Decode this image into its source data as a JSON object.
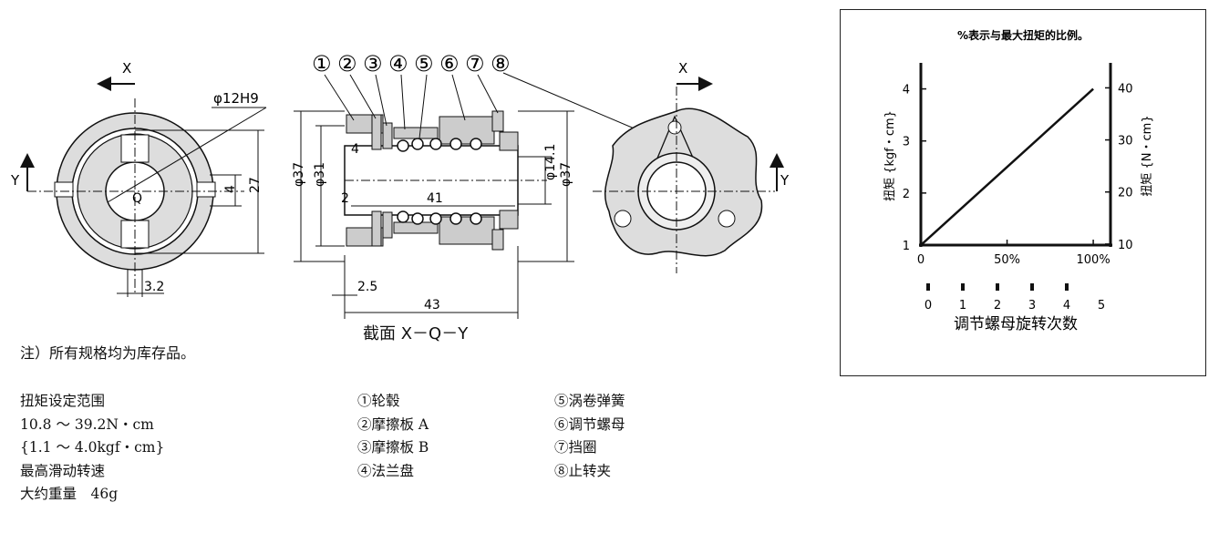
{
  "note": "注）所有规格均为库存品。",
  "specs": {
    "torque_range_label": "扭矩设定范围",
    "torque_range_nm": "10.8 ～ 39.2N・cm",
    "torque_range_kgf": "{1.1 ～ 4.0kgf・cm}",
    "max_slip_speed_label": "最高滑动转速",
    "weight": "大约重量　46g"
  },
  "parts": {
    "p1": "①轮毂",
    "p2": "②摩擦板 A",
    "p3": "③摩擦板 B",
    "p4": "④法兰盘",
    "p5": "⑤涡卷弹簧",
    "p6": "⑥调节螺母",
    "p7": "⑦挡圈",
    "p8": "⑧止转夹"
  },
  "drawing": {
    "section_caption": "截面 X－Q－Y",
    "axis_x": "X",
    "axis_y": "Y",
    "center_q": "Q",
    "bore": "φ12H9",
    "dim_4": "4",
    "dim_27": "27",
    "dim_3_2": "3.2",
    "dim_phi37": "φ37",
    "dim_phi31": "φ31",
    "dim_2": "2",
    "dim_41": "41",
    "dim_phi14_1": "φ14.1",
    "dim_2_5": "2.5",
    "dim_43": "43",
    "callouts": [
      "①",
      "②",
      "③",
      "④",
      "⑤",
      "⑥",
      "⑦",
      "⑧"
    ]
  },
  "chart_data": {
    "type": "line",
    "title": "%表示与最大扭矩的比例。",
    "ylabel_left": "扭矩 {kgf・cm}",
    "ylabel_right": "扭矩 {N・cm}",
    "xlabel_bottom": "调节螺母旋转次数",
    "x_ticks": [
      "0",
      "50%",
      "100%"
    ],
    "x_turn_ticks": [
      "0",
      "1",
      "2",
      "3",
      "4",
      "5"
    ],
    "y_ticks_left": [
      "1",
      "2",
      "3",
      "4"
    ],
    "y_ticks_right": [
      "10",
      "20",
      "30",
      "40"
    ],
    "x": [
      0,
      100
    ],
    "values": [
      1,
      4
    ],
    "xlim": [
      0,
      110
    ],
    "ylim": [
      1,
      4.5
    ],
    "color": "#111111"
  }
}
